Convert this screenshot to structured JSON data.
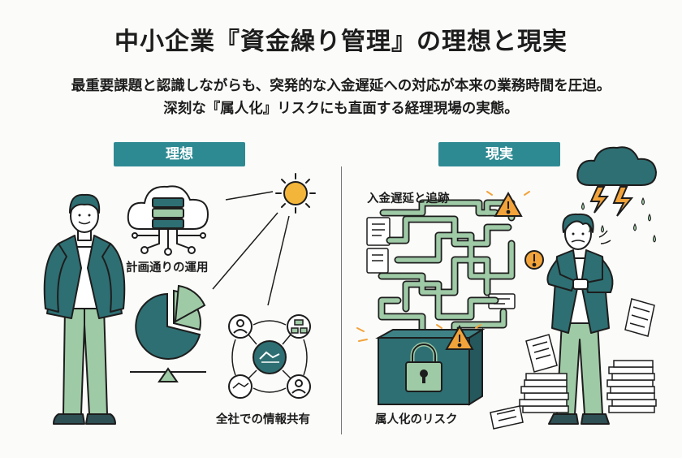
{
  "header": {
    "title": "中小企業『資金繰り管理』の理想と現実",
    "subtitle_line1": "最重要課題と認識しながらも、突発的な入金遅延への対応が本来の業務時間を圧迫。",
    "subtitle_line2": "深刻な『属人化』リスクにも直面する経理現場の実態。"
  },
  "ideal": {
    "badge": "理想",
    "cloud_caption": "計画通りの運用",
    "share_caption": "全社での情報共有"
  },
  "reality": {
    "badge": "現実",
    "maze_caption": "入金遅延と追跡",
    "box_caption": "属人化のリスク"
  },
  "colors": {
    "teal": "#2e6f73",
    "teal_light": "#2e8a92",
    "green": "#9fcaa6",
    "green_dark": "#6aa57a",
    "sun": "#f4b63a",
    "warn": "#f2a33a"
  },
  "icons": [
    "cloud-server-icon",
    "sun-icon",
    "pie-chart-icon",
    "handshake-icon",
    "warning-icon",
    "storm-cloud-icon",
    "padlock-icon",
    "paper-stack-icon"
  ]
}
